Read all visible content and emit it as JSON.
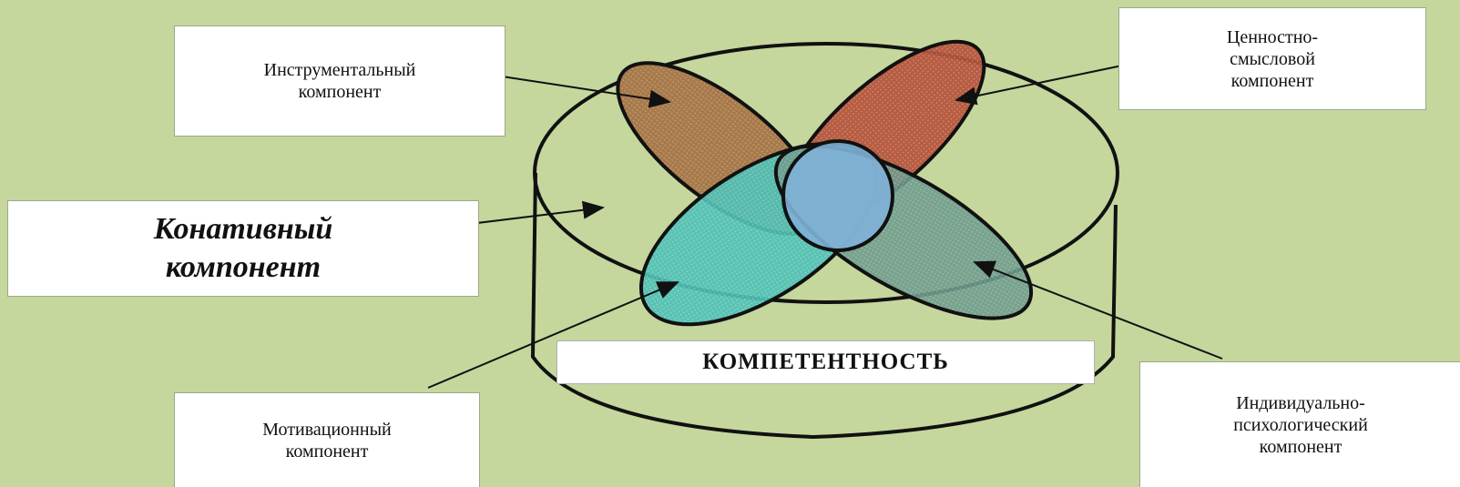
{
  "labels": {
    "instrumental": {
      "line1": "Инструментальный",
      "line2": "компонент"
    },
    "value": {
      "line1": "Ценностно-",
      "line2": "смысловой",
      "line3": "компонент"
    },
    "conative": {
      "line1": "Конативный",
      "line2": "компонент"
    },
    "motivational": {
      "line1": "Мотивационный",
      "line2": "компонент"
    },
    "individual": {
      "line1": "Индивидуально-",
      "line2": "психологический",
      "line3": "компонент"
    },
    "competence": "КОМПЕТЕНТНОСТЬ"
  },
  "colors": {
    "background": "#c5d79d",
    "instrumental": "#a77a4c",
    "value": "#b5533c",
    "motivational": "#4ec1b6",
    "individual": "#6e9b8d",
    "core": "#7fb1d8",
    "outline": "#111111"
  }
}
